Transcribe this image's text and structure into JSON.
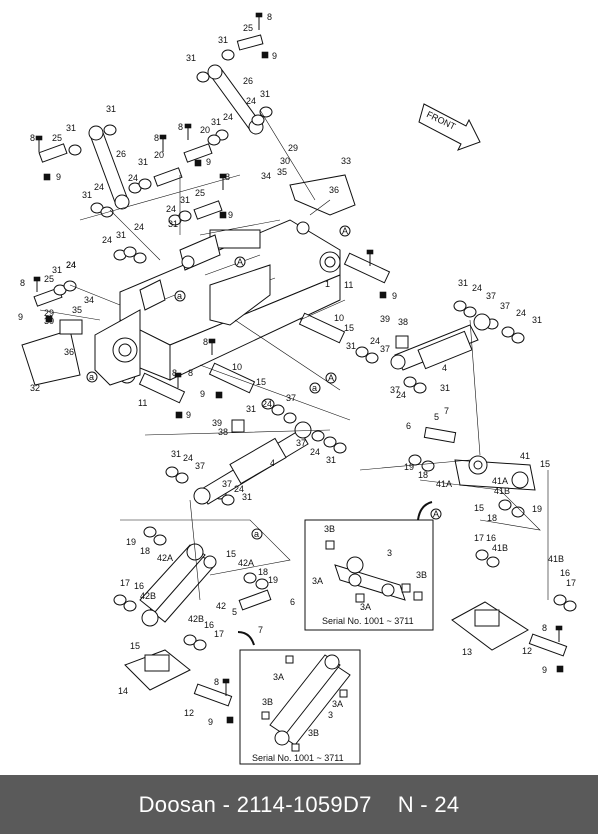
{
  "footer": {
    "brand": "Doosan",
    "part_number": "2114-1059D7",
    "page": "N - 24"
  },
  "diagram": {
    "front_label": "FRONT",
    "serial_caption_right": "Serial No. 1001 ~ 3711",
    "serial_caption_left": "Serial No. 1001 ~ 3711",
    "callout_a": "a",
    "callout_A": "A"
  },
  "labels": [
    "8",
    "25",
    "31",
    "9",
    "31",
    "26",
    "31",
    "24",
    "31",
    "8",
    "25",
    "31",
    "26",
    "8",
    "20",
    "31",
    "24",
    "9",
    "8",
    "20",
    "31",
    "24",
    "9",
    "31",
    "24",
    "31",
    "25",
    "8",
    "24",
    "31",
    "9",
    "24",
    "31",
    "24",
    "29",
    "30",
    "33",
    "34",
    "35",
    "36",
    "24",
    "31",
    "24",
    "25",
    "8",
    "9",
    "8",
    "34",
    "29",
    "35",
    "30",
    "36",
    "32",
    "1",
    "11",
    "9",
    "10",
    "15",
    "39",
    "38",
    "37",
    "24",
    "31",
    "4",
    "37",
    "24",
    "31",
    "31",
    "24",
    "37",
    "37",
    "24",
    "31",
    "8",
    "10",
    "15",
    "9",
    "31",
    "24",
    "37",
    "11",
    "8",
    "9",
    "39",
    "38",
    "37",
    "24",
    "31",
    "4",
    "31",
    "24",
    "37",
    "37",
    "24",
    "31",
    "6",
    "5",
    "7",
    "19",
    "18",
    "41A",
    "41",
    "41A",
    "41B",
    "15",
    "15",
    "18",
    "19",
    "17",
    "16",
    "41B",
    "41B",
    "16",
    "17",
    "8",
    "12",
    "9",
    "13",
    "19",
    "18",
    "42A",
    "42A",
    "18",
    "19",
    "17",
    "16",
    "42B",
    "15",
    "5",
    "6",
    "42B",
    "16",
    "17",
    "7",
    "42",
    "15",
    "8",
    "14",
    "12",
    "9",
    "3B",
    "3",
    "3A",
    "3B",
    "3A",
    "3A",
    "3A",
    "3B",
    "3B",
    "3"
  ]
}
